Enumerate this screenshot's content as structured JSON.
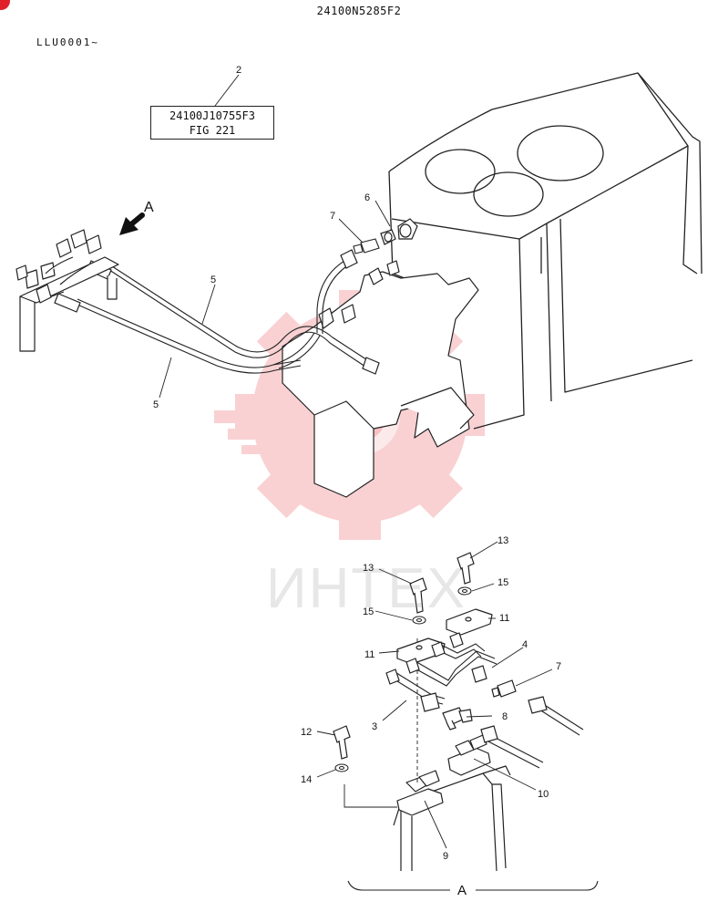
{
  "header": {
    "drawing_number": "24100N5285F2",
    "serial_range": "LLU0001~"
  },
  "reference_box": {
    "part_number": "24100J10755F3",
    "figure": "FIG 221"
  },
  "view_label": "A",
  "watermark": {
    "text": "ИНТЕХ",
    "icon": "gear-logo-icon",
    "color": "#e8333c"
  },
  "callouts": {
    "c2": "2",
    "c3": "3",
    "c4": "4",
    "c5a": "5",
    "c5b": "5",
    "c6": "6",
    "c7a": "7",
    "c7b": "7",
    "c8": "8",
    "c9": "9",
    "c10": "10",
    "c11a": "11",
    "c11b": "11",
    "c12": "12",
    "c13a": "13",
    "c13b": "13",
    "c14": "14",
    "c15a": "15",
    "c15b": "15"
  }
}
